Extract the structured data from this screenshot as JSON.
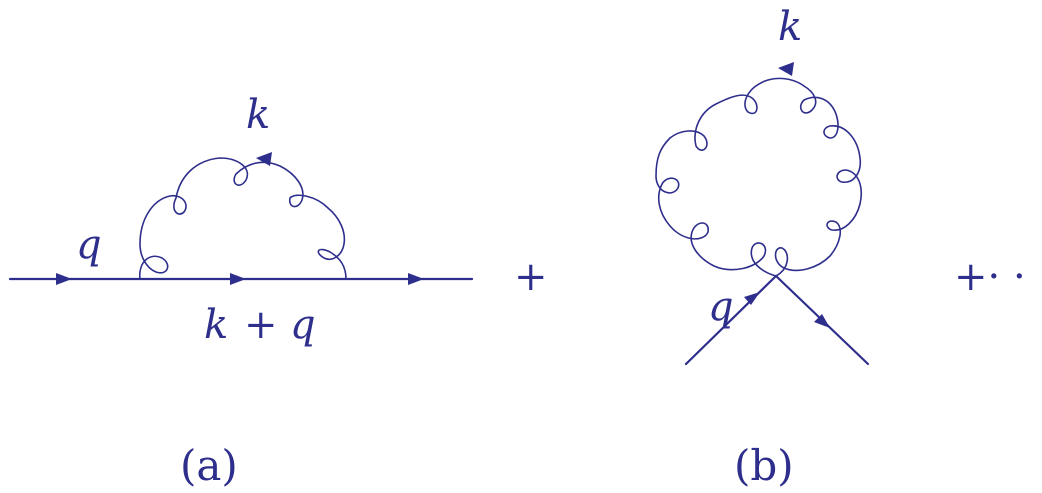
{
  "colors": {
    "ink": "#2e2e8c"
  },
  "diagram_a": {
    "caption": "(a)",
    "gluon_label": "k",
    "external_label": "q",
    "internal_label_k": "k",
    "internal_label_plus": "+",
    "internal_label_q": "q"
  },
  "diagram_b": {
    "caption": "(b)",
    "gluon_label": "k",
    "external_label": "q"
  },
  "operators": {
    "plus": "+",
    "plus_more": "+· ·"
  }
}
